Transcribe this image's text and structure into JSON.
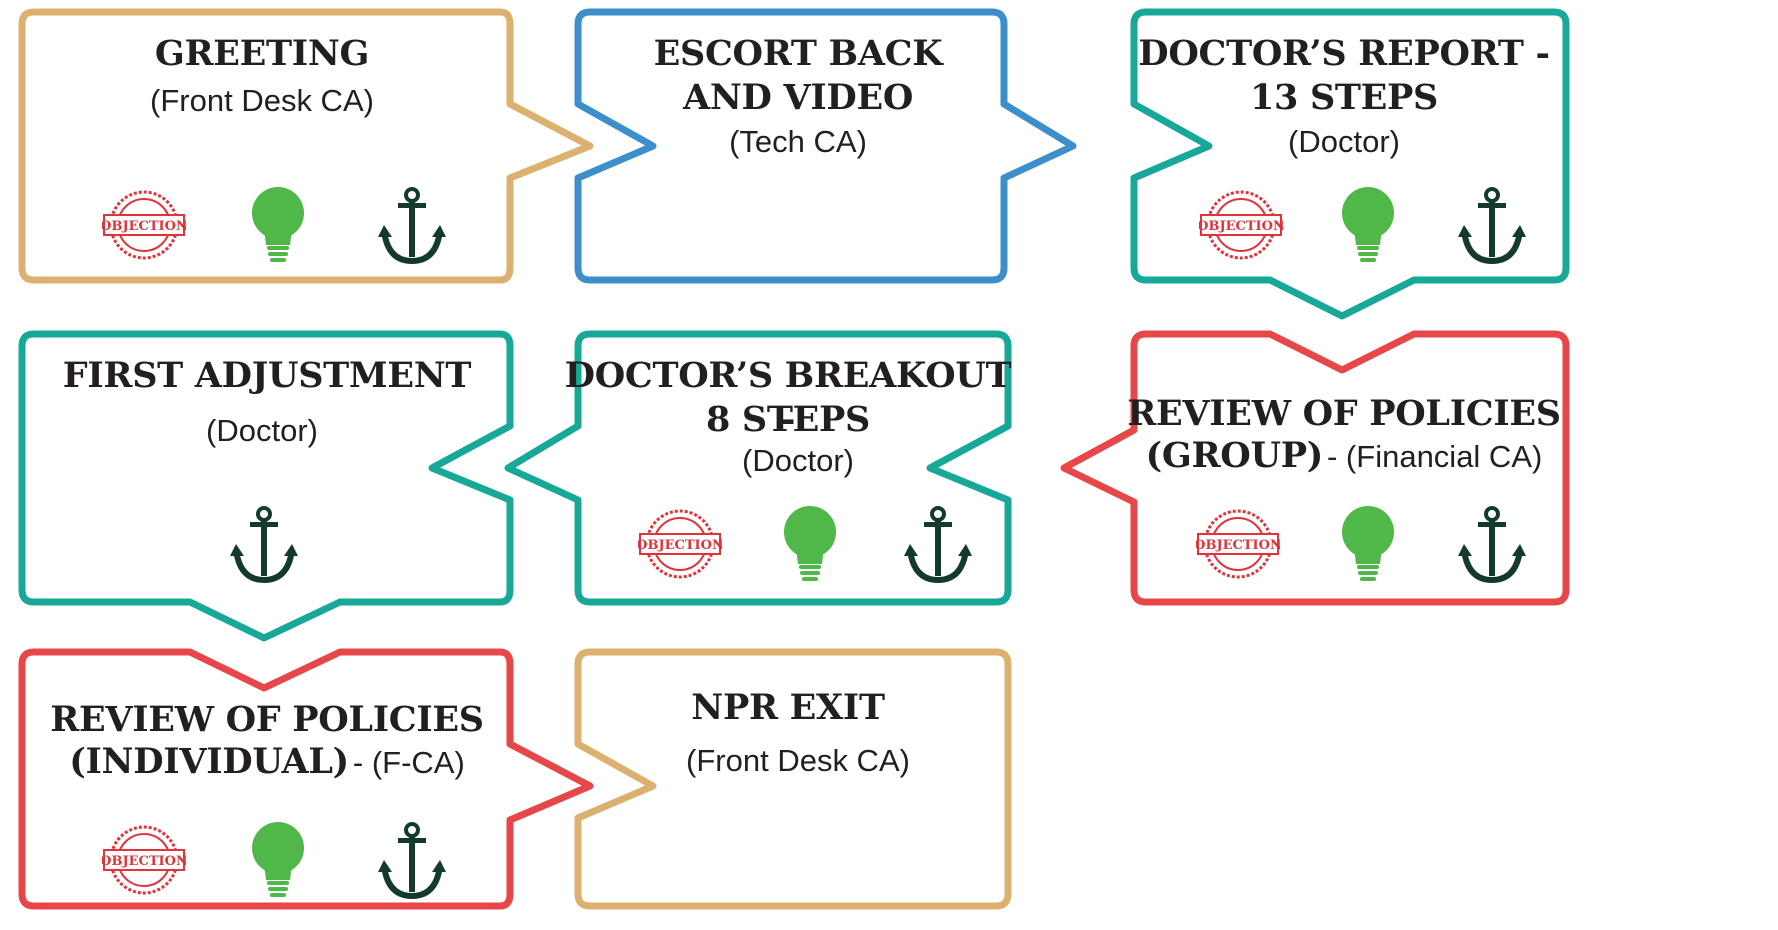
{
  "colors": {
    "tan": "#dcb06f",
    "blue": "#3d8fcb",
    "teal": "#17a898",
    "red": "#e8474a",
    "bulb": "#4fb848",
    "anchor": "#143a30",
    "stamp": "#e0343a",
    "text": "#231f20"
  },
  "icon_names": [
    "objection-stamp-icon",
    "lightbulb-icon",
    "anchor-icon"
  ],
  "stamp_label": "OBJECTION",
  "steps": [
    {
      "id": "greeting",
      "title_lines": [
        "GREETING"
      ],
      "role": "(Front Desk CA)",
      "color": "tan",
      "icons": [
        "objection",
        "bulb",
        "anchor"
      ]
    },
    {
      "id": "escort",
      "title_lines": [
        "ESCORT BACK",
        "AND VIDEO"
      ],
      "role": "(Tech CA)",
      "color": "blue",
      "icons": []
    },
    {
      "id": "doctors-report",
      "title_lines": [
        "DOCTOR’S REPORT -",
        "13 STEPS"
      ],
      "role": "(Doctor)",
      "color": "teal",
      "icons": [
        "objection",
        "bulb",
        "anchor"
      ]
    },
    {
      "id": "first-adjustment",
      "title_lines": [
        "FIRST ADJUSTMENT"
      ],
      "role": "(Doctor)",
      "color": "teal",
      "icons": [
        "anchor"
      ]
    },
    {
      "id": "doctors-breakout",
      "title_lines": [
        "DOCTOR’S BREAKOUT -",
        "8 STEPS"
      ],
      "role": "(Doctor)",
      "color": "teal",
      "icons": [
        "objection",
        "bulb",
        "anchor"
      ]
    },
    {
      "id": "review-group",
      "title_lines": [
        "REVIEW OF POLICIES",
        "(GROUP)"
      ],
      "role": "- (Financial CA)",
      "color": "red",
      "icons": [
        "objection",
        "bulb",
        "anchor"
      ]
    },
    {
      "id": "review-individual",
      "title_lines": [
        "REVIEW OF POLICIES",
        "(INDIVIDUAL)"
      ],
      "role": "- (F-CA)",
      "color": "red",
      "icons": [
        "objection",
        "bulb",
        "anchor"
      ]
    },
    {
      "id": "npr-exit",
      "title_lines": [
        "NPR EXIT"
      ],
      "role": "(Front Desk CA)",
      "color": "tan",
      "icons": []
    }
  ]
}
